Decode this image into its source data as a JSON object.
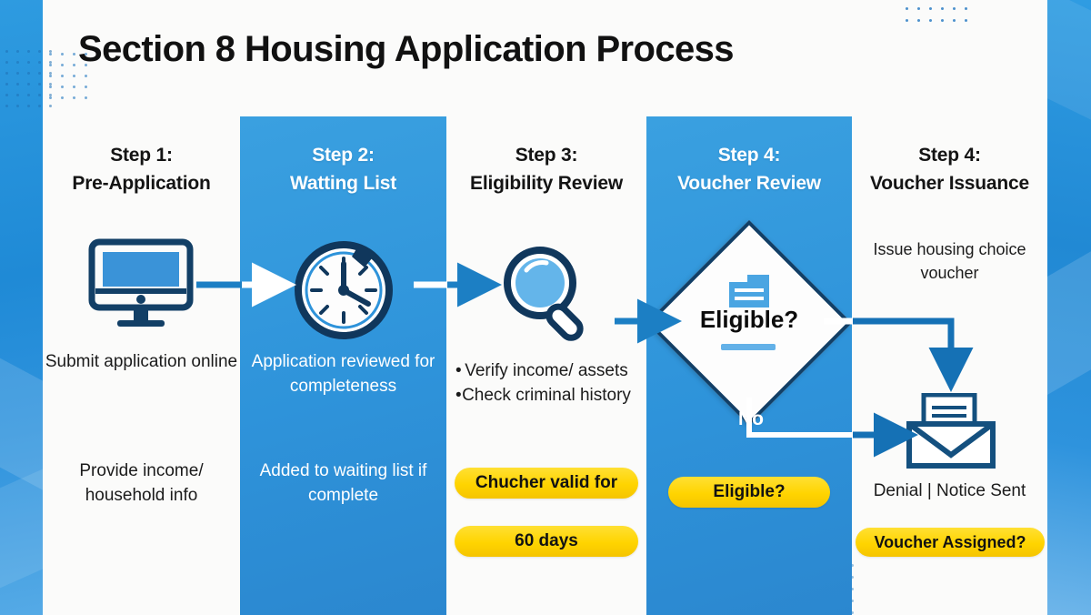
{
  "title": "Section 8 Housing Application Process",
  "theme": {
    "accent_blue": "#2e93da",
    "deep_blue": "#123f66",
    "badge_yellow": "#ffd400",
    "panel_white": "#fbfbfa",
    "text_dark": "#141414",
    "text_light": "#ffffff"
  },
  "columns": [
    {
      "id": "step-1",
      "step_label": "Step 1:",
      "step_name": "Pre-Application",
      "icon": "desktop-monitor-icon",
      "background": "white",
      "body_1": "Submit application online",
      "body_2": "Provide income/ household info"
    },
    {
      "id": "step-2",
      "step_label": "Step 2:",
      "step_name": "Watting List",
      "icon": "stopwatch-icon",
      "background": "blue",
      "body_1": "Application reviewed for completeness",
      "body_2": "Added to waiting list if complete"
    },
    {
      "id": "step-3",
      "step_label": "Step 3:",
      "step_name": "Eligibility Review",
      "icon": "magnifying-glass-icon",
      "background": "white",
      "bullets": [
        "Verify income/ assets",
        "Check criminal history"
      ],
      "badges": [
        "Chucher valid for",
        "60 days"
      ]
    },
    {
      "id": "step-4-review",
      "step_label": "Step 4:",
      "step_name": "Voucher Review",
      "icon": "decision-diamond-icon",
      "background": "blue",
      "decision_label": "Eligible?",
      "branch_no_label": "No",
      "badges": [
        "Eligible?"
      ]
    },
    {
      "id": "step-4-issuance",
      "step_label": "Step 4:",
      "step_name": "Voucher Issuance",
      "icon": "envelope-letter-icon",
      "background": "white",
      "body_1": "Issue housing choice voucher",
      "body_2": "Denial | Notice Sent",
      "badges": [
        "Voucher Assigned?"
      ]
    }
  ],
  "connectors": [
    {
      "from": "step-1",
      "to": "step-2",
      "type": "arrow-right"
    },
    {
      "from": "step-2",
      "to": "step-3",
      "type": "arrow-right"
    },
    {
      "from": "step-3",
      "to": "step-4-review",
      "type": "arrow-right"
    },
    {
      "from": "step-4-review",
      "to": "step-4-issuance",
      "type": "elbow-down-arrow"
    },
    {
      "from": "step-4-review",
      "to": "step-4-issuance",
      "type": "no-branch-arrow-right",
      "label": "No"
    }
  ]
}
